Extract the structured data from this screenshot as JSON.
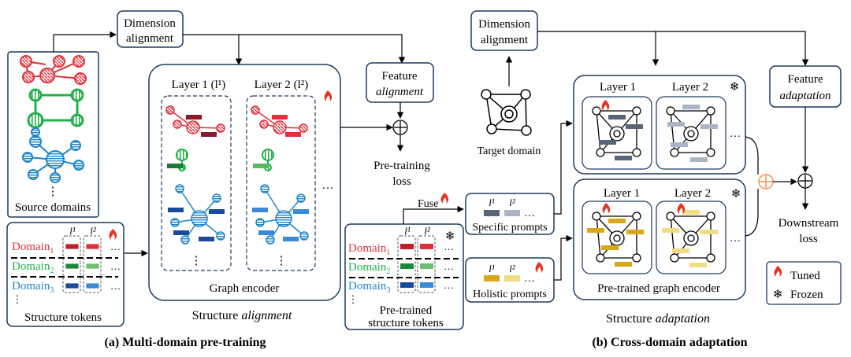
{
  "left": {
    "dim_align": [
      "Dimension",
      "alignment"
    ],
    "source_domains": "Source domains",
    "dots": "⋮",
    "encoder_layer1": "Layer 1 (l¹)",
    "encoder_layer2": "Layer 2 (l²)",
    "encoder_ellipsis": "…",
    "graph_encoder": "Graph encoder",
    "structure_alignment": [
      "Structure ",
      "alignment"
    ],
    "feature_alignment": [
      "Feature",
      "alignment"
    ],
    "pretraining_loss": [
      "Pre-training",
      "loss"
    ],
    "tokens": {
      "col1": "l¹",
      "col2": "l²",
      "domains": [
        "Domain",
        "Domain",
        "Domain"
      ],
      "subs": [
        "1",
        "2",
        "3"
      ],
      "label": "Structure tokens"
    },
    "caption": "(a) Multi-domain pre-training"
  },
  "middle": {
    "fuse": "Fuse",
    "target_domain": "Target domain",
    "specific_prompts": "Specific prompts",
    "holistic_prompts": "Holistic prompts",
    "prompt_col1": "l¹",
    "prompt_col2": "l²",
    "pretrained_tokens": [
      "Pre-trained",
      "structure tokens"
    ]
  },
  "right": {
    "dim_align": [
      "Dimension",
      "alignment"
    ],
    "feature_adaptation": [
      "Feature",
      "adaptation"
    ],
    "layer1": "Layer 1",
    "layer2": "Layer 2",
    "pretrained_encoder": "Pre-trained graph encoder",
    "downstream_loss": [
      "Downstream",
      "loss"
    ],
    "structure_adaptation": [
      "Structure ",
      "adaptation"
    ],
    "legend": {
      "tuned": "Tuned",
      "frozen": "Frozen"
    },
    "caption": "(b) Cross-domain adaptation"
  },
  "colors": {
    "domain1": "#e0303a",
    "domain2": "#22b14c",
    "domain3": "#1e86c8",
    "box_border": "#1f3a5c",
    "tuned": "#e8321e",
    "frozen": "#6aaee6",
    "specific_prompt": "#8a93a6",
    "holistic_prompt": "#e7c22e",
    "sum_circle": "#f4a070"
  }
}
